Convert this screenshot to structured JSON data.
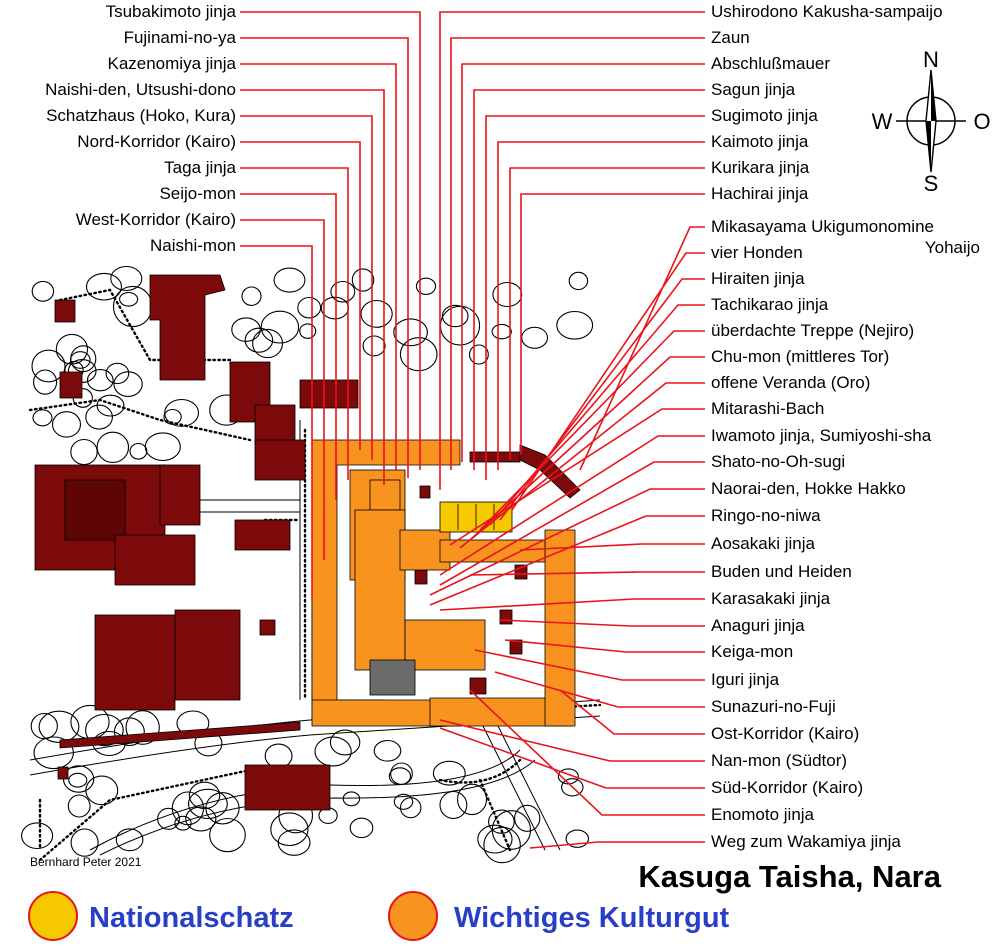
{
  "title": "Kasuga Taisha, Nara",
  "credit": "Bernhard Peter 2021",
  "compass": {
    "n": "N",
    "s": "S",
    "w": "W",
    "e": "O"
  },
  "colors": {
    "nationalschatz": "#f5c800",
    "kulturgut": "#f7931e",
    "other_buildings": "#7c0a0a",
    "leader_lines": "#e8141c",
    "legend_text": "#2a3fc8"
  },
  "legend": [
    {
      "label": "Nationalschatz",
      "color": "#f5c800"
    },
    {
      "label": "Wichtiges Kulturgut",
      "color": "#f7931e"
    }
  ],
  "labels_left": [
    "Tsubakimoto jinja",
    "Fujinami-no-ya",
    "Kazenomiya jinja",
    "Naishi-den, Utsushi-dono",
    "Schatzhaus (Hoko, Kura)",
    "Nord-Korridor (Kairo)",
    "Taga jinja",
    "Seijo-mon",
    "West-Korridor (Kairo)",
    "Naishi-mon"
  ],
  "labels_right_top": [
    "Ushirodono Kakusha-sampaijo",
    "Zaun",
    "Abschlußmauer",
    "Sagun jinja",
    "Sugimoto jinja",
    "Kaimoto jinja",
    "Kurikara jinja",
    "Hachirai jinja"
  ],
  "labels_right_bottom": [
    "Mikasayama Ukigumonomine",
    "vier Honden",
    "Hiraiten jinja",
    "Tachikarao jinja",
    "überdachte Treppe (Nejiro)",
    "Chu-mon (mittleres Tor)",
    "offene Veranda (Oro)",
    "Mitarashi-Bach",
    "Iwamoto jinja, Sumiyoshi-sha",
    "Shato-no-Oh-sugi",
    "Naorai-den, Hokke Hakko",
    "Ringo-no-niwa",
    "Aosakaki jinja",
    "Buden und Heiden",
    "Karasakaki jinja",
    "Anaguri jinja",
    "Keiga-mon",
    "Iguri jinja",
    "Sunazuri-no-Fuji",
    "Ost-Korridor (Kairo)",
    "Nan-mon (Südtor)",
    "Süd-Korridor (Kairo)",
    "Enomoto jinja",
    "Weg zum Wakamiya jinja"
  ],
  "label_continuation": "Yohaijo"
}
